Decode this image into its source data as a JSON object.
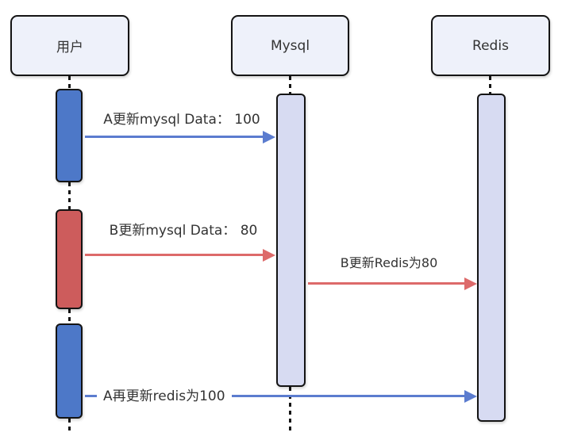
{
  "diagram": {
    "type": "sequence",
    "actors": [
      {
        "id": "user",
        "label": "用户"
      },
      {
        "id": "mysql",
        "label": "Mysql"
      },
      {
        "id": "redis",
        "label": "Redis"
      }
    ],
    "activations": [
      {
        "actor": "user",
        "color": "blue"
      },
      {
        "actor": "user",
        "color": "red"
      },
      {
        "actor": "user",
        "color": "blue"
      },
      {
        "actor": "mysql",
        "color": "light"
      },
      {
        "actor": "redis",
        "color": "light"
      }
    ],
    "messages": [
      {
        "from": "user",
        "to": "mysql",
        "color": "blue",
        "label": "A更新mysql Data： 100"
      },
      {
        "from": "user",
        "to": "mysql",
        "color": "red",
        "label": "B更新mysql Data： 80"
      },
      {
        "from": "mysql",
        "to": "redis",
        "color": "red",
        "label": "B更新Redis为80"
      },
      {
        "from": "user",
        "to": "redis",
        "color": "blue",
        "label": "A再更新redis为100"
      }
    ],
    "colors": {
      "background": "#ffffff",
      "actor_fill": "#eef1fa",
      "activation_blue": "#4d78c8",
      "activation_red": "#cd5c5c",
      "activation_light": "#d7dbf2",
      "arrow_blue": "#5b7ccf",
      "arrow_red": "#dd6a6a",
      "border": "#141414",
      "text": "#333333"
    }
  }
}
